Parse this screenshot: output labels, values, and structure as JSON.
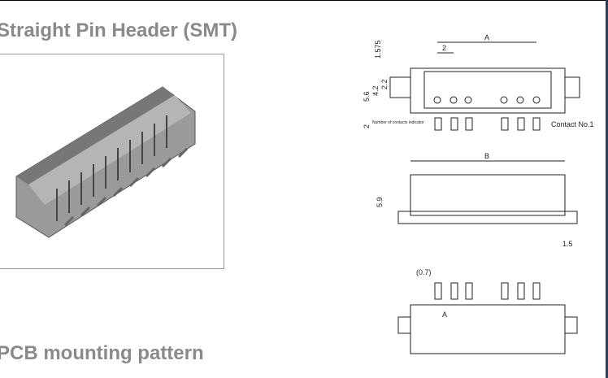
{
  "title": "Straight Pin Header (SMT)",
  "section2": "PCB mounting pattern",
  "drawing": {
    "dim_A": "A",
    "dim_B": "B",
    "dim_2": "2",
    "dim_1575": "1.575",
    "dim_56": "5.6",
    "dim_42": "4.2",
    "dim_22": "2.2",
    "dim_2b": "2",
    "dim_59": "5.9",
    "dim_15": "1.5",
    "dim_07": "(0.7)",
    "label_number": "Number of contacts indicator",
    "label_contact": "Contact No.1",
    "label_a": "A"
  }
}
